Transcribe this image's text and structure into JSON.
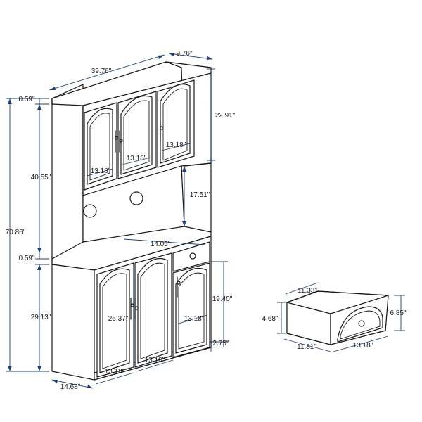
{
  "diagram": {
    "cabinet": {
      "overall_height": "70.86\"",
      "top_width": "39.76\"",
      "top_depth": "9.76\"",
      "top_trim": "0.59\"",
      "upper_section_height": "40.55\"",
      "middle_trim": "0.59\"",
      "lower_section_height": "29.13\"",
      "upper_door_height": "22.91\"",
      "upper_door_width_1": "13.18\"",
      "upper_door_width_2": "13.18\"",
      "upper_door_width_3": "13.18\"",
      "open_shelf_height": "17.51\"",
      "counter_width": "14.05\"",
      "lower_door_height": "26.37\"",
      "drawer_cabinet_height": "19.40\"",
      "drawer_width": "13.18\"",
      "base_height": "2.75\"",
      "lower_door_width_1": "13.18\"",
      "lower_door_width_2": "13.18\"",
      "base_depth": "14.68\""
    },
    "drawer": {
      "top_depth": "11.33\"",
      "height_back": "4.68\"",
      "front_height": "6.85\"",
      "bottom_depth": "11.81\"",
      "front_width": "13.18\""
    }
  }
}
